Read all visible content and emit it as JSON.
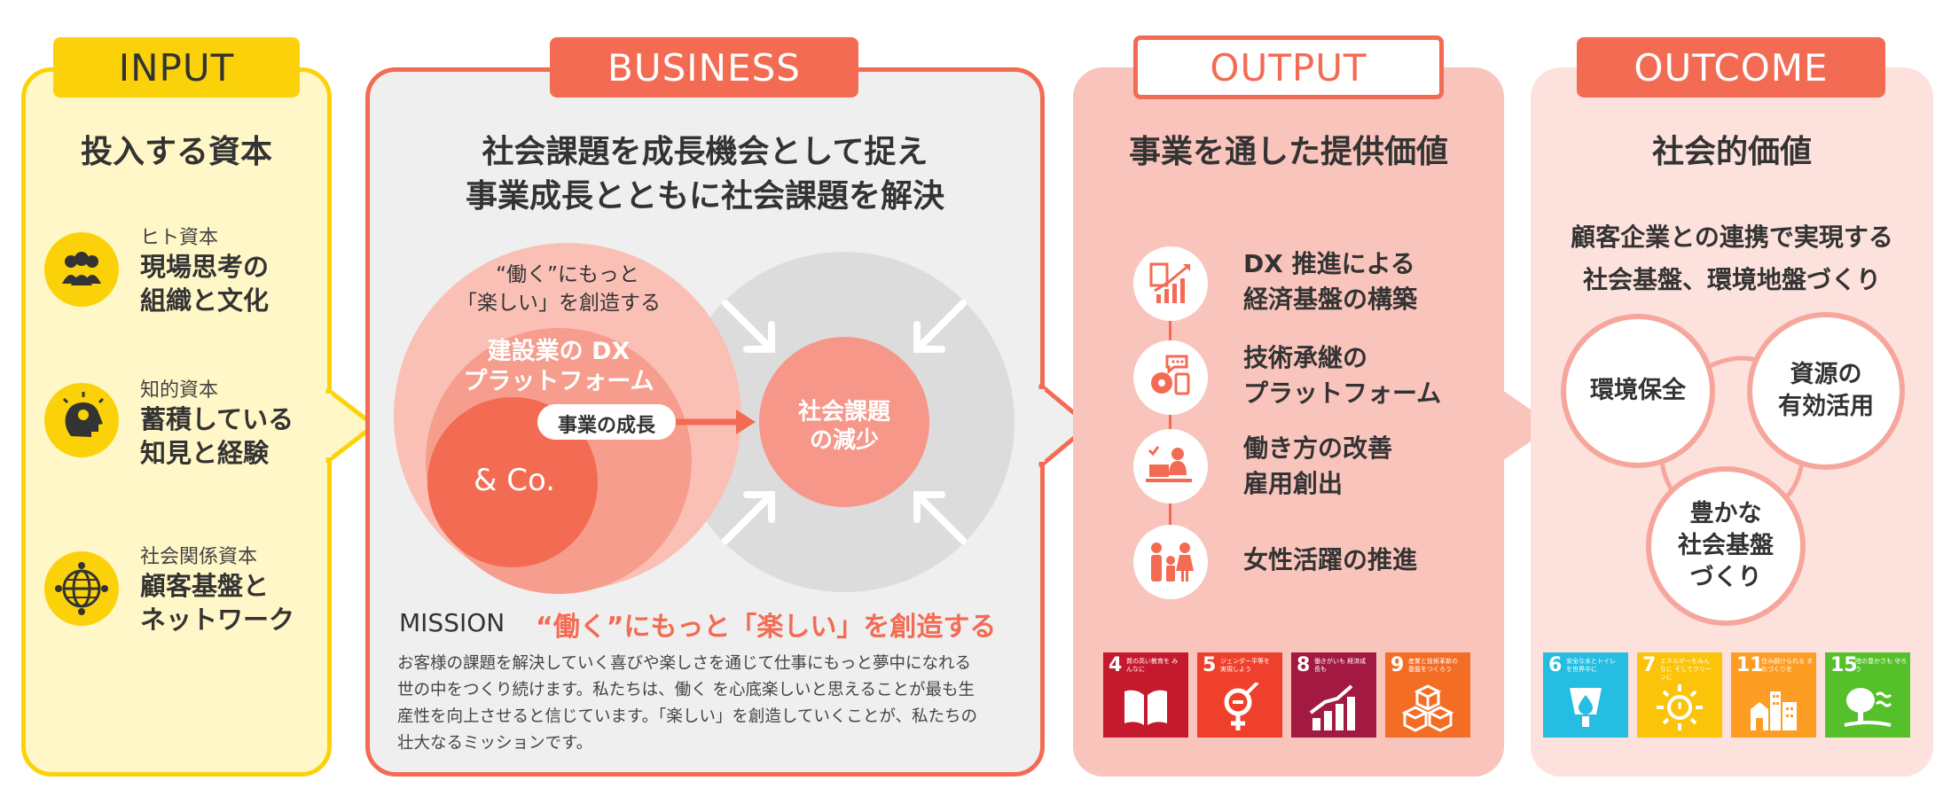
{
  "input": {
    "header": "INPUT",
    "title": "投入する資本",
    "items": [
      {
        "category": "ヒト資本",
        "line1": "現場思考の",
        "line2": "組織と文化",
        "icon": "people-icon"
      },
      {
        "category": "知的資本",
        "line1": "蓄積している",
        "line2": "知見と経験",
        "icon": "lightbulb-head-icon"
      },
      {
        "category": "社会関係資本",
        "line1": "顧客基盤と",
        "line2": "ネットワーク",
        "icon": "globe-network-icon"
      }
    ]
  },
  "business": {
    "header": "BUSINESS",
    "title_line1": "社会課題を成長機会として捉え",
    "title_line2": "事業成長とともに社会課題を解決",
    "outer_label_line1": "“働く”にもっと",
    "outer_label_line2": "「楽しい」を創造する",
    "middle_label_line1": "建設業の DX",
    "middle_label_line2": "プラットフォーム",
    "inner_label": "& Co.",
    "growth_label": "事業の成長",
    "problem_line1": "社会課題",
    "problem_line2": "の減少",
    "mission_label": "MISSION",
    "mission_text": "“働く”にもっと「楽しい」を創造する",
    "body_line1": "お客様の課題を解決していく喜びや楽しさを通じて仕事にもっと夢中になれる",
    "body_line2": "世の中をつくり続けます。私たちは、働く を心底楽しいと思えることが最も生",
    "body_line3": "産性を向上させると信じています。「楽しい」を創造していくことが、私たちの",
    "body_line4": "壮大なるミッションです。"
  },
  "output": {
    "header": "OUTPUT",
    "title": "事業を通した提供価値",
    "items": [
      {
        "line1": "DX 推進による",
        "line2": "経済基盤の構築",
        "icon": "growth-chart-icon"
      },
      {
        "line1": "技術承継の",
        "line2": "プラットフォーム",
        "icon": "knowledge-share-icon"
      },
      {
        "line1": "働き方の改善",
        "line2": "雇用創出",
        "icon": "remote-work-icon"
      },
      {
        "line1": "女性活躍の推進",
        "line2": "",
        "icon": "family-icon"
      }
    ],
    "sdgs": [
      {
        "num": "4",
        "label": "質の高い教育を みんなに",
        "color": "#c5192d",
        "icon": "book-icon"
      },
      {
        "num": "5",
        "label": "ジェンダー平等を 実現しよう",
        "color": "#ef402b",
        "icon": "gender-icon"
      },
      {
        "num": "8",
        "label": "働きがいも 経済成長も",
        "color": "#a21942",
        "icon": "growth-icon"
      },
      {
        "num": "9",
        "label": "産業と技術革新の 基盤をつくろう",
        "color": "#f36d25",
        "icon": "cubes-icon"
      }
    ]
  },
  "outcome": {
    "header": "OUTCOME",
    "title": "社会的価値",
    "sub_line1": "顧客企業との連携で実現する",
    "sub_line2": "社会基盤、環境地盤づくり",
    "circles": [
      {
        "line1": "環境保全",
        "line2": "",
        "line3": ""
      },
      {
        "line1": "資源の",
        "line2": "有効活用",
        "line3": ""
      },
      {
        "line1": "豊かな",
        "line2": "社会基盤",
        "line3": "づくり"
      }
    ],
    "sdgs": [
      {
        "num": "6",
        "label": "安全な水とトイレ を世界中に",
        "color": "#26bde2",
        "icon": "water-icon"
      },
      {
        "num": "7",
        "label": "エネルギーをみんなに そしてクリーンに",
        "color": "#fcc30b",
        "icon": "sun-icon"
      },
      {
        "num": "11",
        "label": "住み続けられる まちづくりを",
        "color": "#fd9d24",
        "icon": "city-icon"
      },
      {
        "num": "15",
        "label": "陸の豊かさも 守ろう",
        "color": "#56c02b",
        "icon": "tree-icon"
      }
    ]
  },
  "colors": {
    "yellow": "#fbd20a",
    "yellow_bg": "#fff7c7",
    "coral": "#f36b52",
    "output_bg": "#f9c4bb",
    "outcome_bg": "#fde1dc",
    "business_bg": "#efefef"
  }
}
